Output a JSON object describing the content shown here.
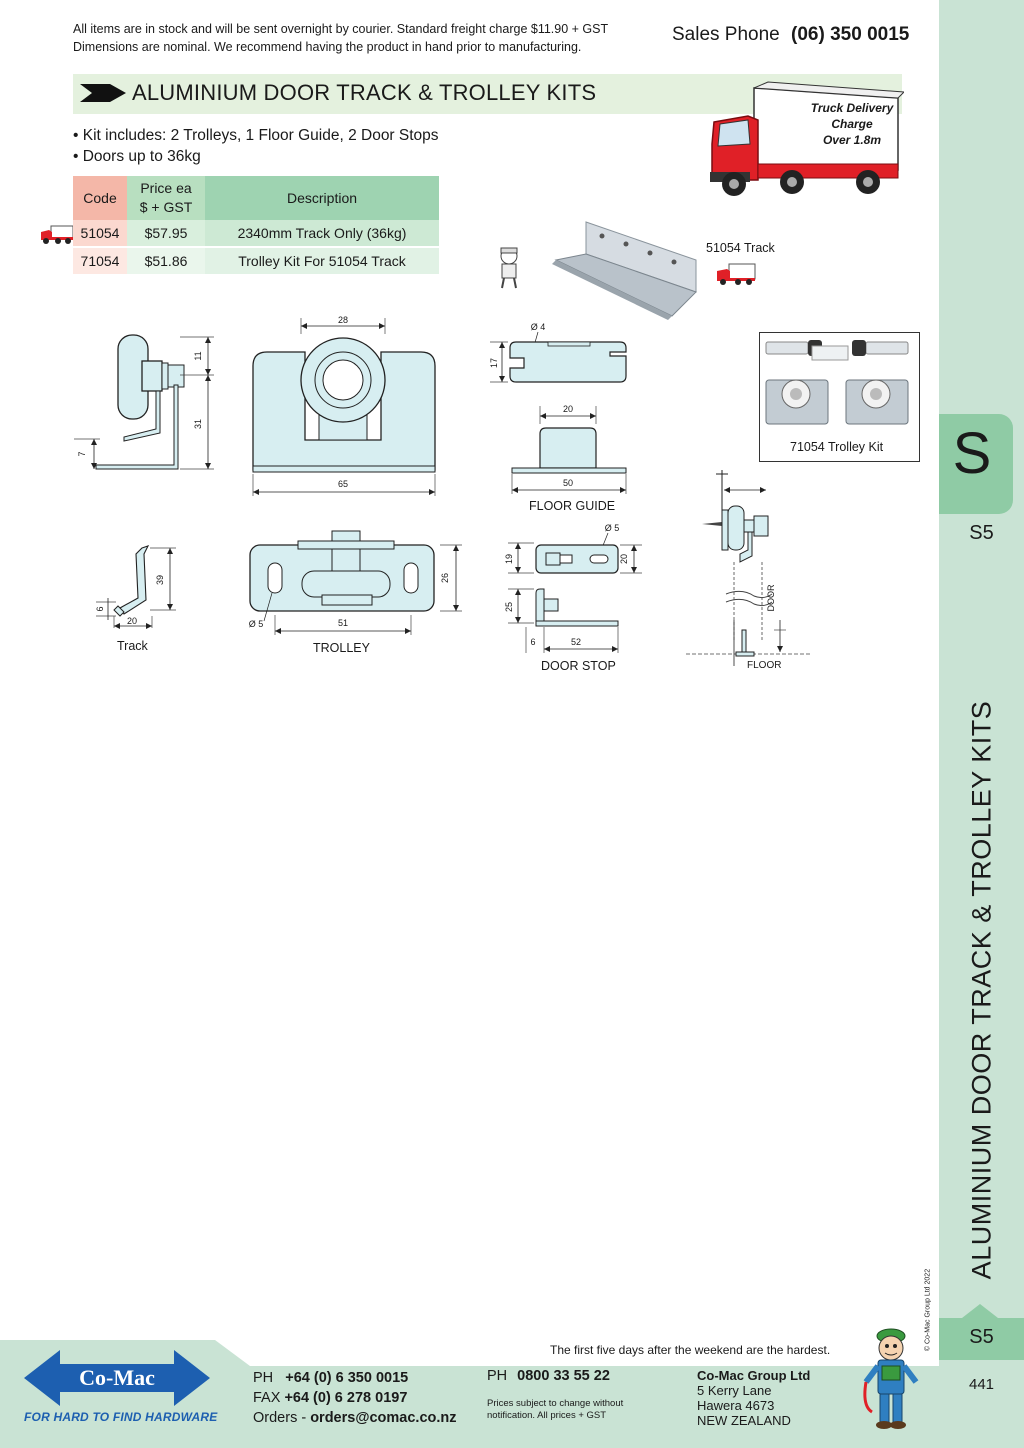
{
  "header": {
    "notice_line1": "All items are in stock and will be sent overnight by courier. Standard freight charge $11.90 + GST",
    "notice_line2": "Dimensions are nominal. We recommend having the product in hand prior to manufacturing.",
    "sales_label": "Sales Phone",
    "sales_number": "(06) 350 0015"
  },
  "section": {
    "title": "ALUMINIUM DOOR TRACK & TROLLEY KITS",
    "bullets": [
      "• Kit includes:  2 Trolleys, 1 Floor Guide, 2 Door Stops",
      "• Doors up to 36kg"
    ]
  },
  "truck_badge": {
    "line1": "Truck Delivery",
    "line2": "Charge",
    "line3": "Over 1.8m"
  },
  "table": {
    "headers": {
      "code": "Code",
      "price_line1": "Price ea",
      "price_line2": "$ + GST",
      "description": "Description"
    },
    "rows": [
      {
        "code": "51054",
        "price": "$57.95",
        "description": "2340mm Track Only (36kg)"
      },
      {
        "code": "71054",
        "price": "$51.86",
        "description": "Trolley Kit For 51054 Track"
      }
    ]
  },
  "photos": {
    "track_label": "51054 Track",
    "trolley_kit_label": "71054 Trolley Kit"
  },
  "drawings": {
    "side": {
      "d1": "11",
      "d2": "31",
      "d3": "7"
    },
    "front": {
      "width_top": "28",
      "width_bottom": "65"
    },
    "floor_guide_plan": {
      "hole": "Ø 4",
      "height": "17"
    },
    "floor_guide_front": {
      "top": "20",
      "bottom": "50",
      "label": "FLOOR GUIDE"
    },
    "track": {
      "h": "39",
      "w": "20",
      "d": "6",
      "label": "Track"
    },
    "trolley": {
      "hole": "Ø 5",
      "length": "51",
      "height": "26",
      "label": "TROLLEY"
    },
    "door_stop": {
      "hole": "Ø 5",
      "h1": "19",
      "h2": "20",
      "h3": "25",
      "w1": "6",
      "w2": "52",
      "label": "DOOR STOP"
    },
    "install": {
      "door": "DOOR",
      "floor": "FLOOR"
    }
  },
  "sidebar": {
    "letter": "S",
    "code_top": "S5",
    "vertical_title": "ALUMINIUM  DOOR TRACK & TROLLEY KITS",
    "copyright": "© Co-Mac Group Ltd 2022",
    "code_bottom": "S5",
    "page_number": "441"
  },
  "footer": {
    "quote": "The first five days after the weekend are the hardest.",
    "logo_text": "Co-Mac",
    "tagline": "FOR HARD TO FIND HARDWARE",
    "ph_label": "PH",
    "ph_number": "+64 (0) 6 350 0015",
    "fax_label": "FAX",
    "fax_number": "+64 (0) 6 278 0197",
    "orders_label": "Orders -",
    "orders_email": "orders@comac.co.nz",
    "free_label": "PH",
    "free_number": "0800 33 55 22",
    "note_line1": "Prices subject to change without",
    "note_line2": "notification. All prices + GST",
    "company": "Co-Mac Group Ltd",
    "addr1": "5 Kerry Lane",
    "addr2": "Hawera 4673",
    "addr3": "NEW ZEALAND"
  },
  "colors": {
    "accent_green": "#8fcba5",
    "sidebar_green": "#c9e3d4",
    "truck_red": "#e02027",
    "logo_blue": "#1d5fb0"
  }
}
